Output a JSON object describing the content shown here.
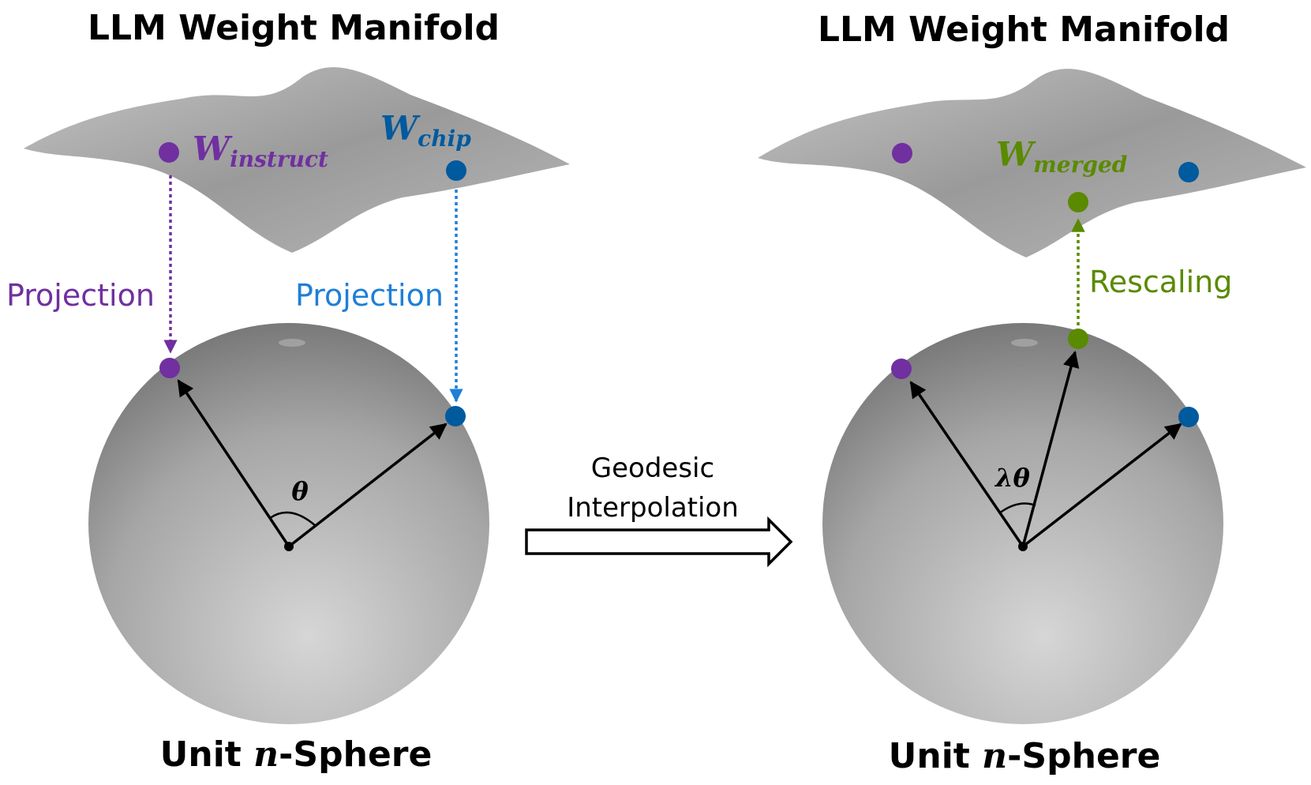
{
  "left_panel": {
    "title": "LLM Weight Manifold",
    "w_instruct_main": "W",
    "w_instruct_sub": "instruct",
    "w_chip_main": "W",
    "w_chip_sub": "chip",
    "projection_left": "Projection",
    "projection_right": "Projection",
    "angle_label": "θ",
    "sphere_label_pre": "Unit ",
    "sphere_label_var": "n",
    "sphere_label_post": "-Sphere"
  },
  "middle": {
    "line1": "Geodesic",
    "line2": "Interpolation"
  },
  "right_panel": {
    "title": "LLM Weight Manifold",
    "w_merged_main": "W",
    "w_merged_sub": "merged",
    "rescaling": "Rescaling",
    "angle_label": "λθ",
    "sphere_label_pre": "Unit ",
    "sphere_label_var": "n",
    "sphere_label_post": "-Sphere"
  },
  "colors": {
    "instruct": "#7030a0",
    "chip": "#005a9e",
    "chip_label": "#1f7fd6",
    "merged": "#5a8a00"
  }
}
